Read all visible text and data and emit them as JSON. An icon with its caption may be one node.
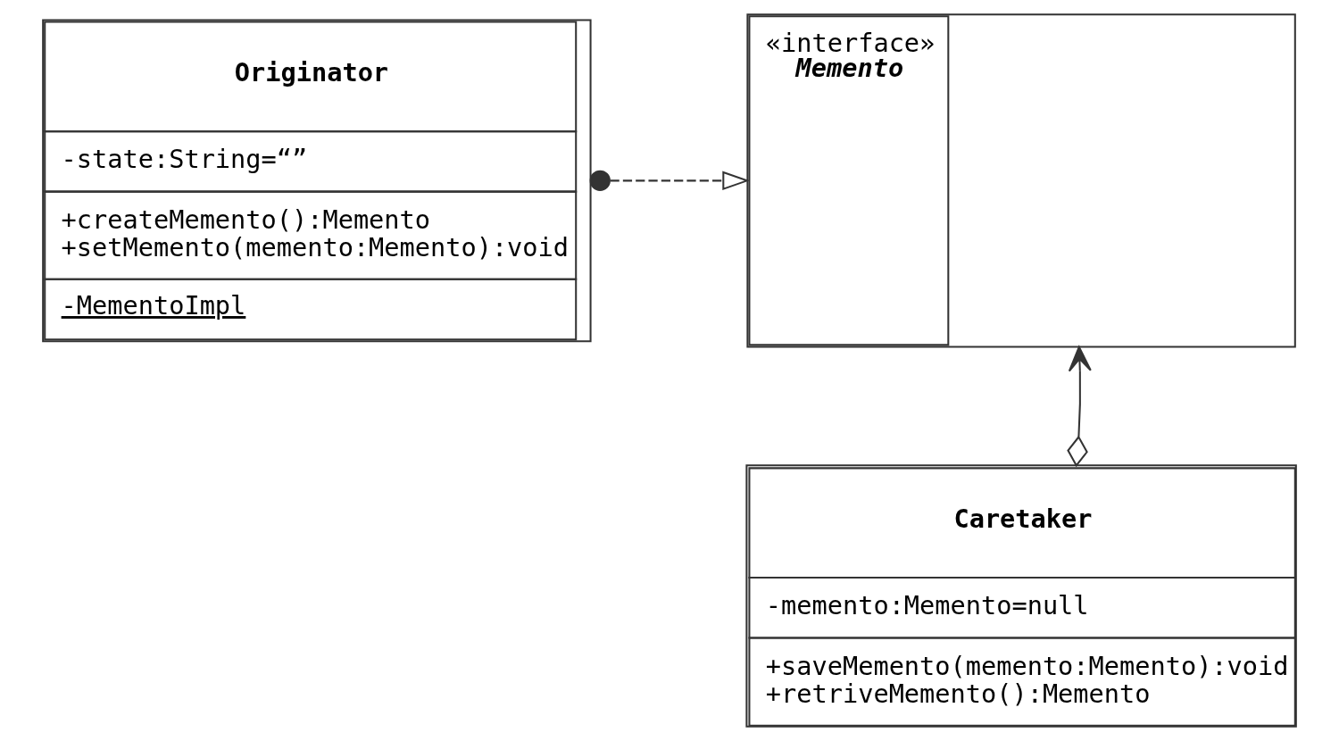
{
  "diagram": {
    "nodes": [
      {
        "text": [
          "Originator",
          "-state:String=“”",
          "+createMemento():Memento",
          "+setMemento(memento:Memento):void",
          "-MementoImpl"
        ]
      },
      {
        "text": [
          "«interface»",
          "Memento"
        ]
      },
      {
        "text": [
          "Caretaker",
          "-memento:Memento=null",
          "+saveMemento(memento:Memento):void",
          "+retriveMemento():Memento"
        ]
      }
    ],
    "edges": [
      {
        "from": 0,
        "to": 1,
        "arrow": "to",
        "style": "dashed"
      },
      {
        "from": 2,
        "to": 1,
        "arrow": "to"
      }
    ]
  }
}
